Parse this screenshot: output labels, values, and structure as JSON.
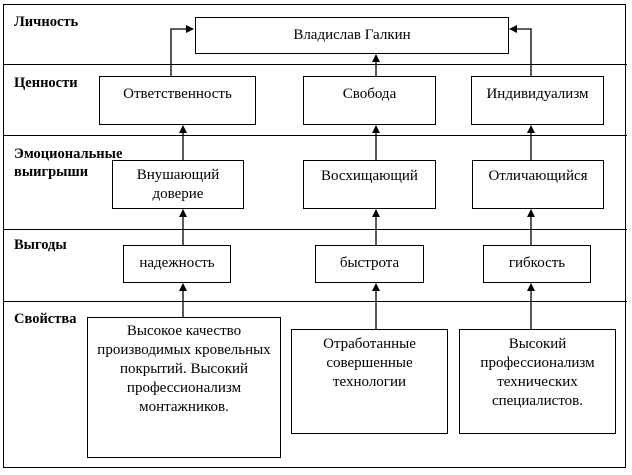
{
  "rows": [
    {
      "label": "Личность"
    },
    {
      "label": "Ценности"
    },
    {
      "label": "Эмоциональные выигрыши"
    },
    {
      "label": "Выгоды"
    },
    {
      "label": "Свойства"
    }
  ],
  "personality": {
    "name": "Владислав Галкин"
  },
  "values": [
    "Ответственность",
    "Свобода",
    "Индивидуализм"
  ],
  "emotional": [
    "Внушающий доверие",
    "Восхищающий",
    "Отличающийся"
  ],
  "benefits": [
    "надежность",
    "быстрота",
    "гибкость"
  ],
  "properties": [
    "Высокое качество производимых кровельных покрытий. Высокий профессионализм монтажников.",
    "Отработанные совершенные технологии",
    "Высокий профессионализм технических специалистов."
  ]
}
